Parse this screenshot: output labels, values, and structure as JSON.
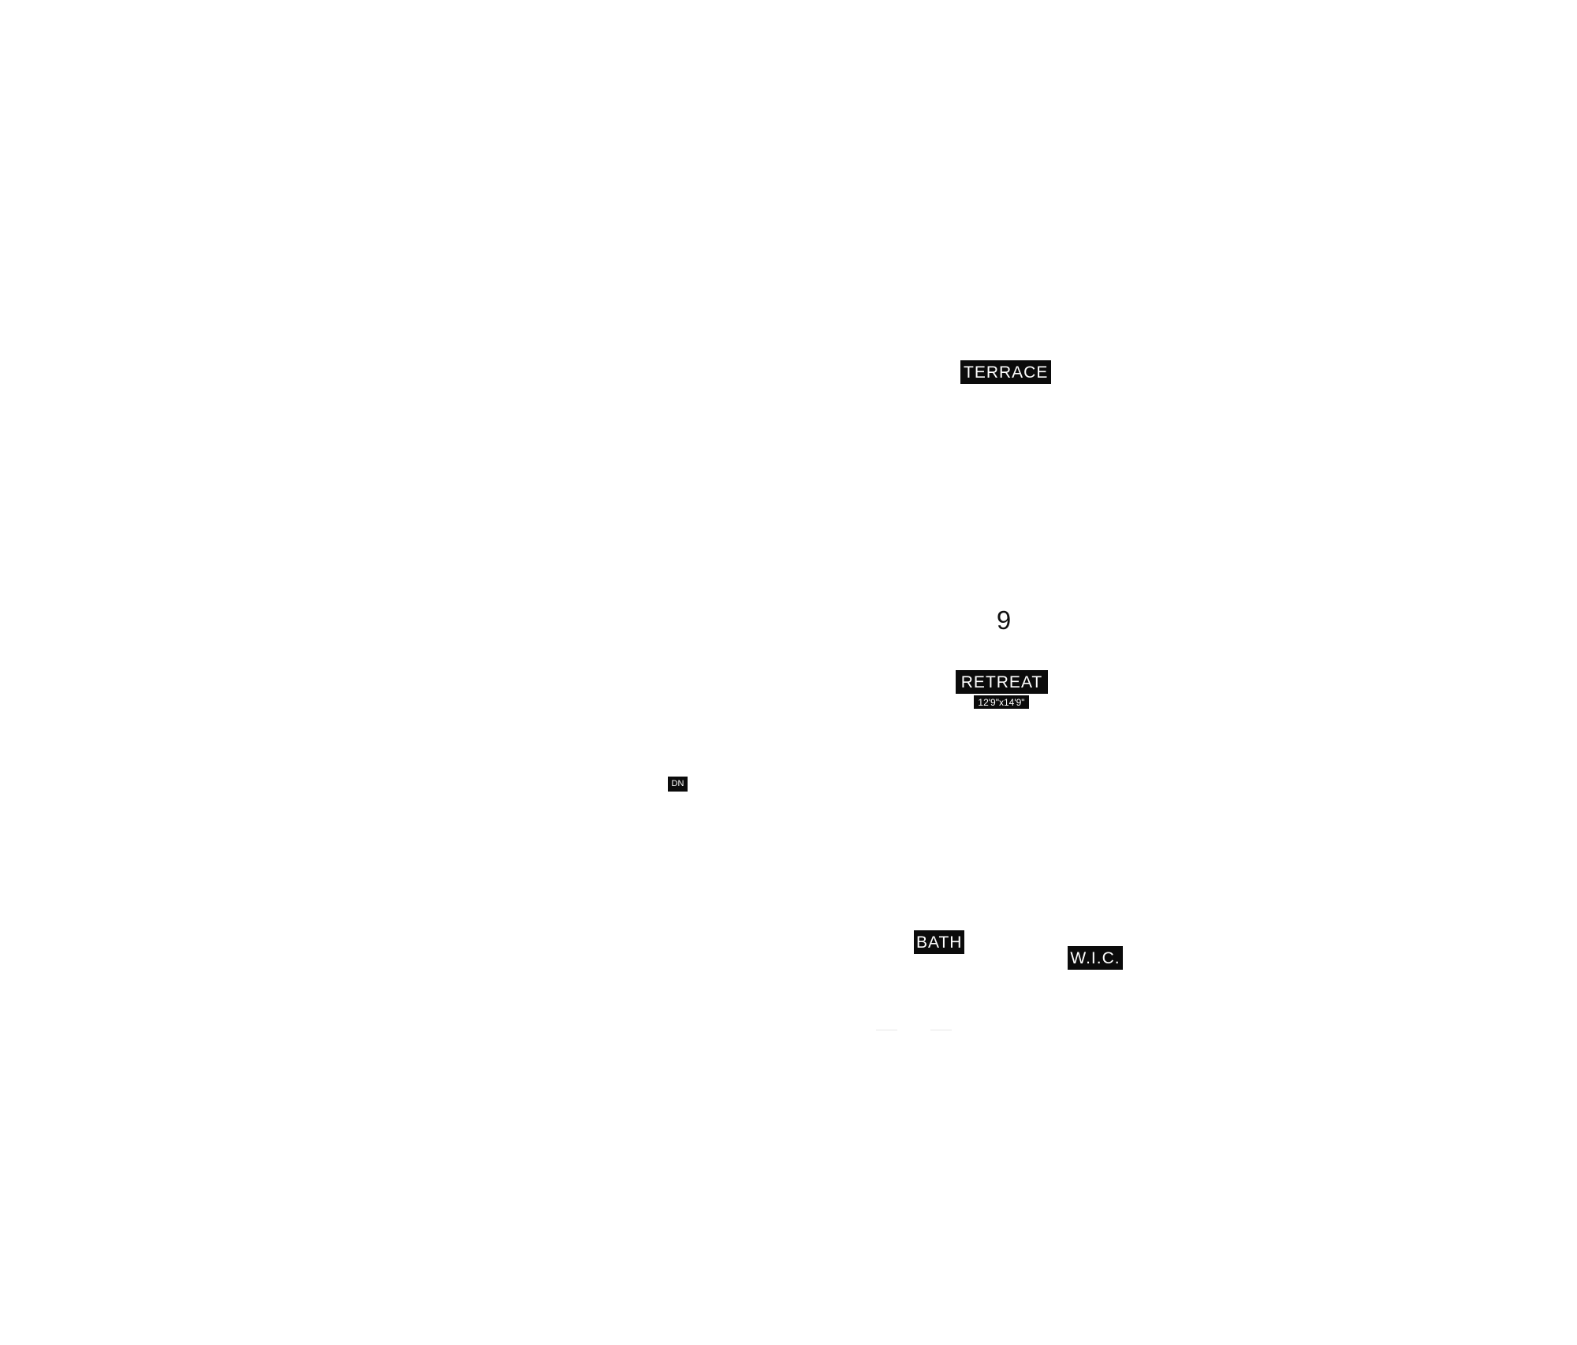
{
  "floorplan": {
    "colors": {
      "background": "#ffffff",
      "label_fill": "#0b0b0b",
      "label_text": "#ffffff"
    },
    "labels": {
      "terrace": "TERRACE",
      "retreat": "RETREAT",
      "retreat_dimensions": "12'9\"x14'9\"",
      "stairs_down": "DN",
      "bath": "BATH",
      "wic": "W.I.C."
    },
    "room_number": "9"
  }
}
